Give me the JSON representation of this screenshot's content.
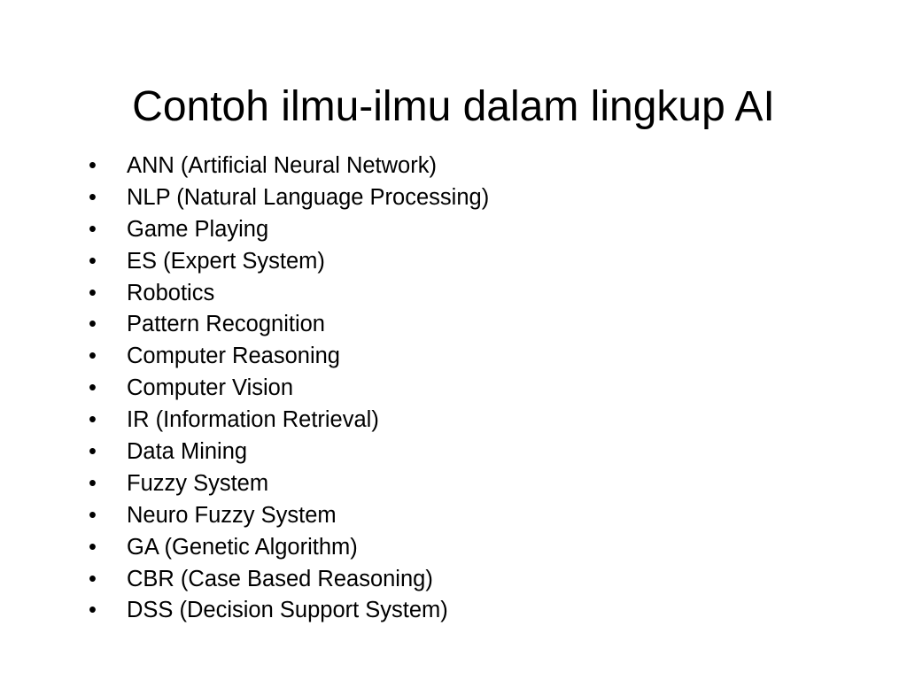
{
  "slide": {
    "title": "Contoh ilmu-ilmu dalam lingkup AI",
    "bullet_glyph": "•",
    "items": [
      {
        "label": "ANN (Artificial Neural Network)"
      },
      {
        "label": "NLP (Natural Language Processing)"
      },
      {
        "label": "Game Playing"
      },
      {
        "label": "ES (Expert System)"
      },
      {
        "label": "Robotics"
      },
      {
        "label": "Pattern Recognition"
      },
      {
        "label": "Computer Reasoning"
      },
      {
        "label": "Computer Vision"
      },
      {
        "label": "IR (Information Retrieval)"
      },
      {
        "label": "Data Mining"
      },
      {
        "label": "Fuzzy System"
      },
      {
        "label": "Neuro Fuzzy System"
      },
      {
        "label": "GA (Genetic Algorithm)"
      },
      {
        "label": "CBR (Case Based Reasoning)"
      },
      {
        "label": "DSS (Decision Support System)"
      }
    ]
  }
}
